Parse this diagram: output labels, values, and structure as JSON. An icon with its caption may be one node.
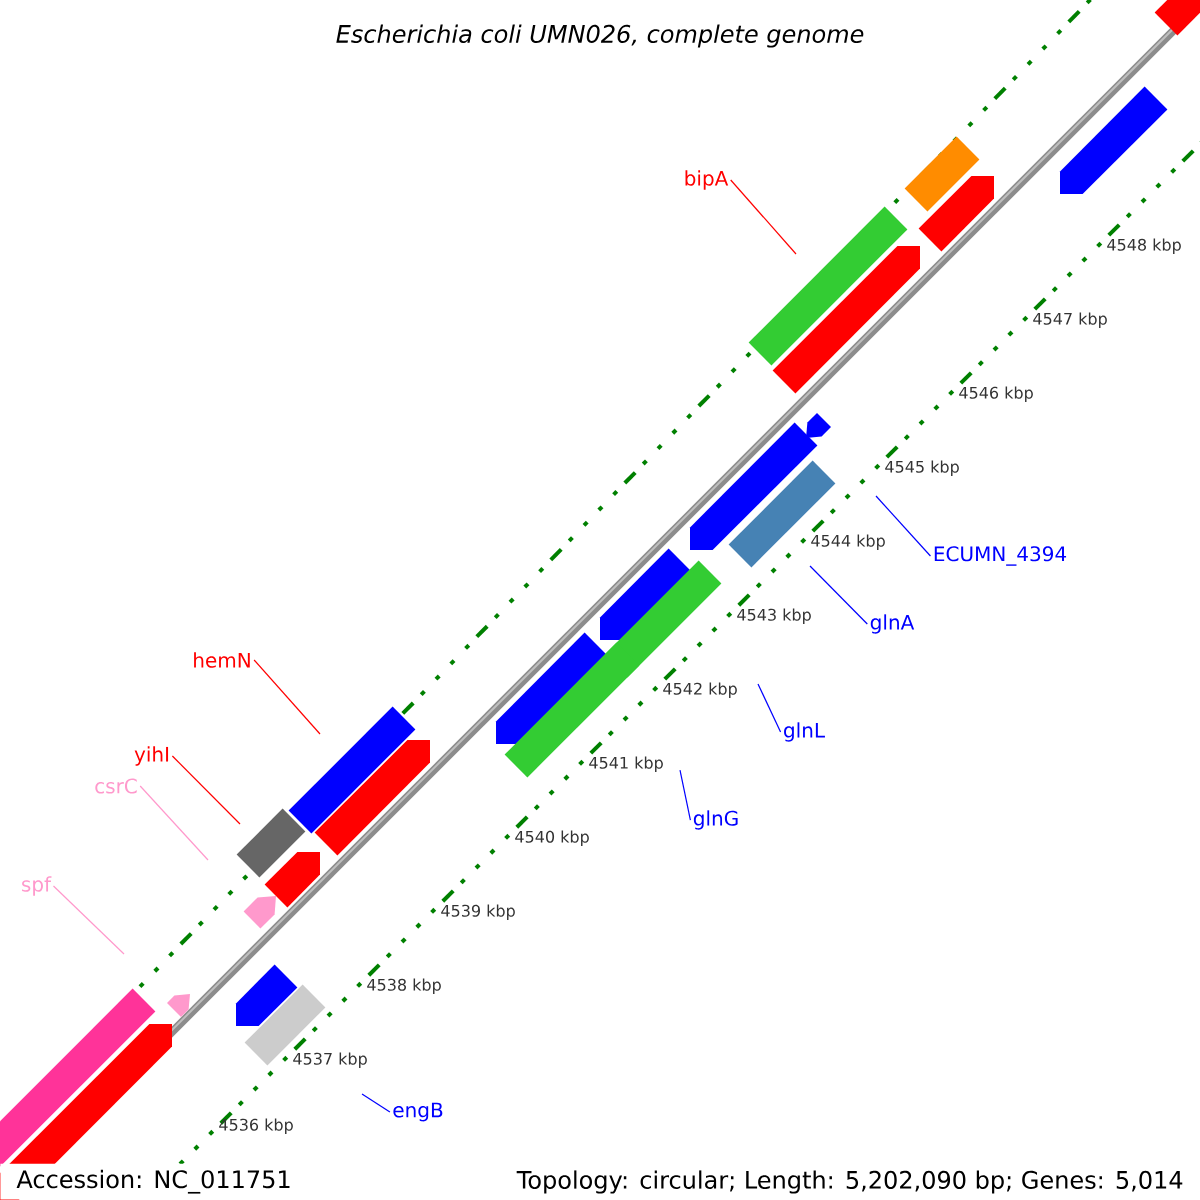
{
  "diagram": {
    "title": "Escherichia coli UMN026, complete genome",
    "nodes": [
      {
        "text": [
          "bipA"
        ]
      },
      {
        "text": [
          "ECUMN_4394"
        ]
      },
      {
        "text": [
          "glnA"
        ]
      },
      {
        "text": [
          "hemN"
        ]
      },
      {
        "text": [
          "glnL"
        ]
      },
      {
        "text": [
          "yihI"
        ]
      },
      {
        "text": [
          "csrC"
        ]
      },
      {
        "text": [
          "glnG"
        ]
      },
      {
        "text": [
          "spf"
        ]
      },
      {
        "text": [
          "engB"
        ]
      }
    ],
    "edges": [
      {
        "from": 0,
        "to": null,
        "arrow": "none",
        "color": "#ff0000"
      },
      {
        "from": 1,
        "to": null,
        "arrow": "none",
        "color": "#0000ff"
      },
      {
        "from": 2,
        "to": null,
        "arrow": "none",
        "color": "#0000ff"
      },
      {
        "from": 3,
        "to": null,
        "arrow": "none",
        "color": "#ff0000"
      },
      {
        "from": 4,
        "to": null,
        "arrow": "none",
        "color": "#0000ff"
      },
      {
        "from": 5,
        "to": null,
        "arrow": "none",
        "color": "#ff0000"
      },
      {
        "from": 6,
        "to": null,
        "arrow": "none",
        "color": "#ff99cc"
      },
      {
        "from": 7,
        "to": null,
        "arrow": "none",
        "color": "#0000ff"
      },
      {
        "from": 8,
        "to": null,
        "arrow": "none",
        "color": "#ff99cc"
      },
      {
        "from": 9,
        "to": null,
        "arrow": "none",
        "color": "#0000ff"
      }
    ],
    "labels": [
      "4548 kbp",
      "4547 kbp",
      "4546 kbp",
      "4545 kbp",
      "4544 kbp",
      "4543 kbp",
      "4542 kbp",
      "4541 kbp",
      "4540 kbp",
      "4539 kbp",
      "4538 kbp",
      "4537 kbp",
      "4536 kbp",
      "Accession: NC_011751",
      "Topology: circular; Length: 5,202,090 bp; Genes: 5,014"
    ]
  }
}
